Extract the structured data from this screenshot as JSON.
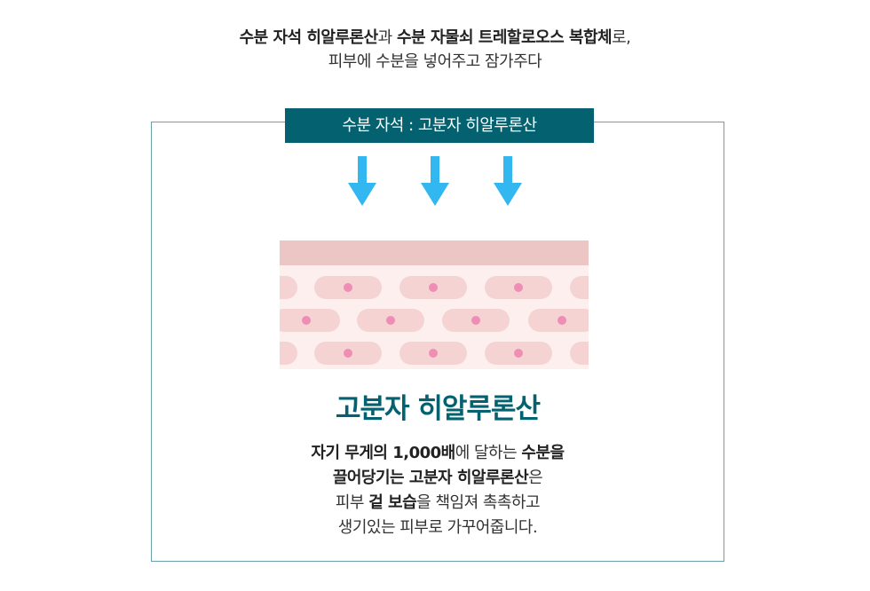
{
  "intro": {
    "line1_a": "수분 자석 히알루론산",
    "line1_b": "과 ",
    "line1_c": "수분 자물쇠 트레할로오스 복합체",
    "line1_d": "로,",
    "line2": "피부에 수분을 넣어주고 잠가주다"
  },
  "tag_label": "수분 자석 : 고분자 히알루론산",
  "icons": {
    "arrow": "arrow-down-icon"
  },
  "colors": {
    "accent": "#046270",
    "arrow": "#33b7f0",
    "skin_top": "#ecc5c5",
    "skin_body": "#fcefee",
    "cell": "#f5d3d3",
    "nucleus": "#ef8db5"
  },
  "heading": "고분자 히알루론산",
  "description": {
    "l1_a": "자기 무게의 1,000배",
    "l1_b": "에 달하는 ",
    "l1_c": "수분을",
    "l2_a": "끌어당기는 고분자 히알루론산",
    "l2_b": "은",
    "l3_a": "피부 ",
    "l3_b": "겉 보습",
    "l3_c": "을 책임져 촉촉하고",
    "l4": "생기있는 피부로 가꾸어줍니다."
  }
}
